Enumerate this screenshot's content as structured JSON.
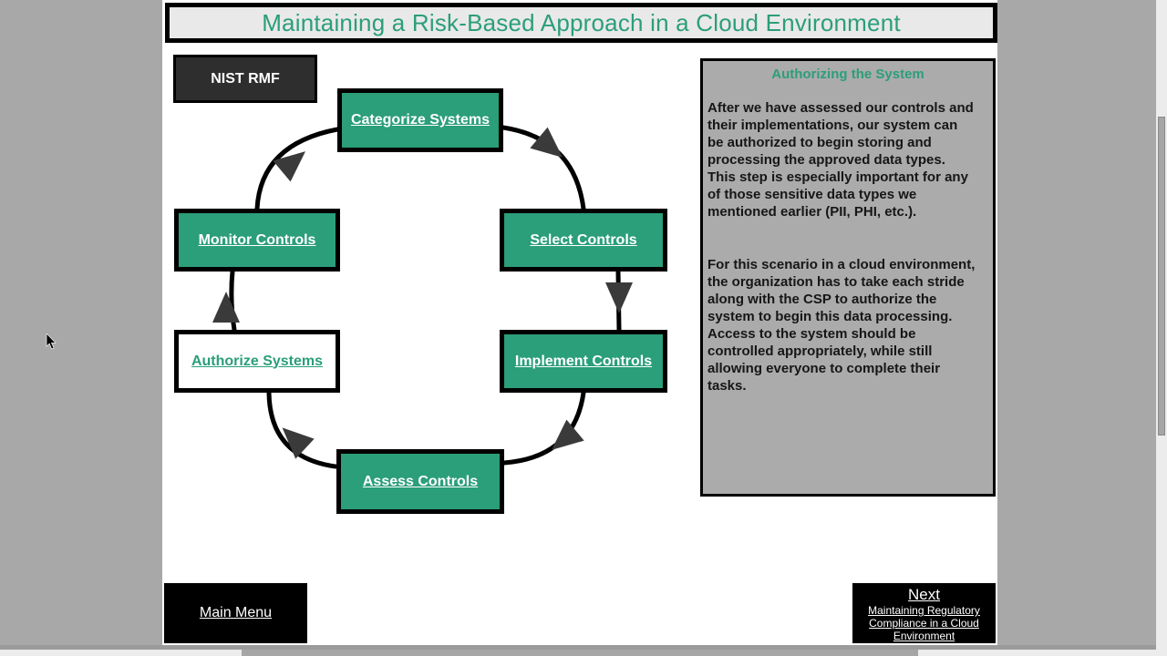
{
  "slide": {
    "title": "Maintaining a Risk-Based Approach in a Cloud Environment"
  },
  "diagram": {
    "framework_label": "NIST RMF",
    "flow": "clockwise cycle",
    "steps": [
      {
        "label": "Categorize Systems",
        "highlighted": false
      },
      {
        "label": "Select Controls",
        "highlighted": false
      },
      {
        "label": "Implement Controls",
        "highlighted": false
      },
      {
        "label": "Assess Controls",
        "highlighted": false
      },
      {
        "label": "Authorize Systems",
        "highlighted": true
      },
      {
        "label": "Monitor Controls",
        "highlighted": false
      }
    ]
  },
  "info_panel": {
    "heading": "Authorizing the System",
    "paragraphs": [
      "After we have assessed our controls and\ntheir implementations, our system can\nbe authorized to begin storing and\nprocessing the approved data types.\nThis step is especially important for any\nof those sensitive data types we\nmentioned earlier (PII, PHI, etc.).",
      "For this scenario in a cloud environment,\nthe organization has to take each stride\nalong with the CSP to authorize the\nsystem to begin this data processing.\nAccess to the system should be\ncontrolled appropriately, while still\nallowing everyone to complete their\ntasks."
    ]
  },
  "nav": {
    "main_menu_label": "Main Menu",
    "next_label": "Next",
    "next_sublabel": "Maintaining Regulatory\nCompliance in a Cloud\nEnvironment"
  },
  "colors": {
    "accent_green": "#2b9e7a",
    "desktop_gray": "#a8a8a8",
    "panel_gray": "#ababab",
    "title_bg": "#e9e9e9",
    "dark_label_bg": "#2e2e2e",
    "button_black": "#000000",
    "arrow_gray": "#3a3a3a"
  }
}
